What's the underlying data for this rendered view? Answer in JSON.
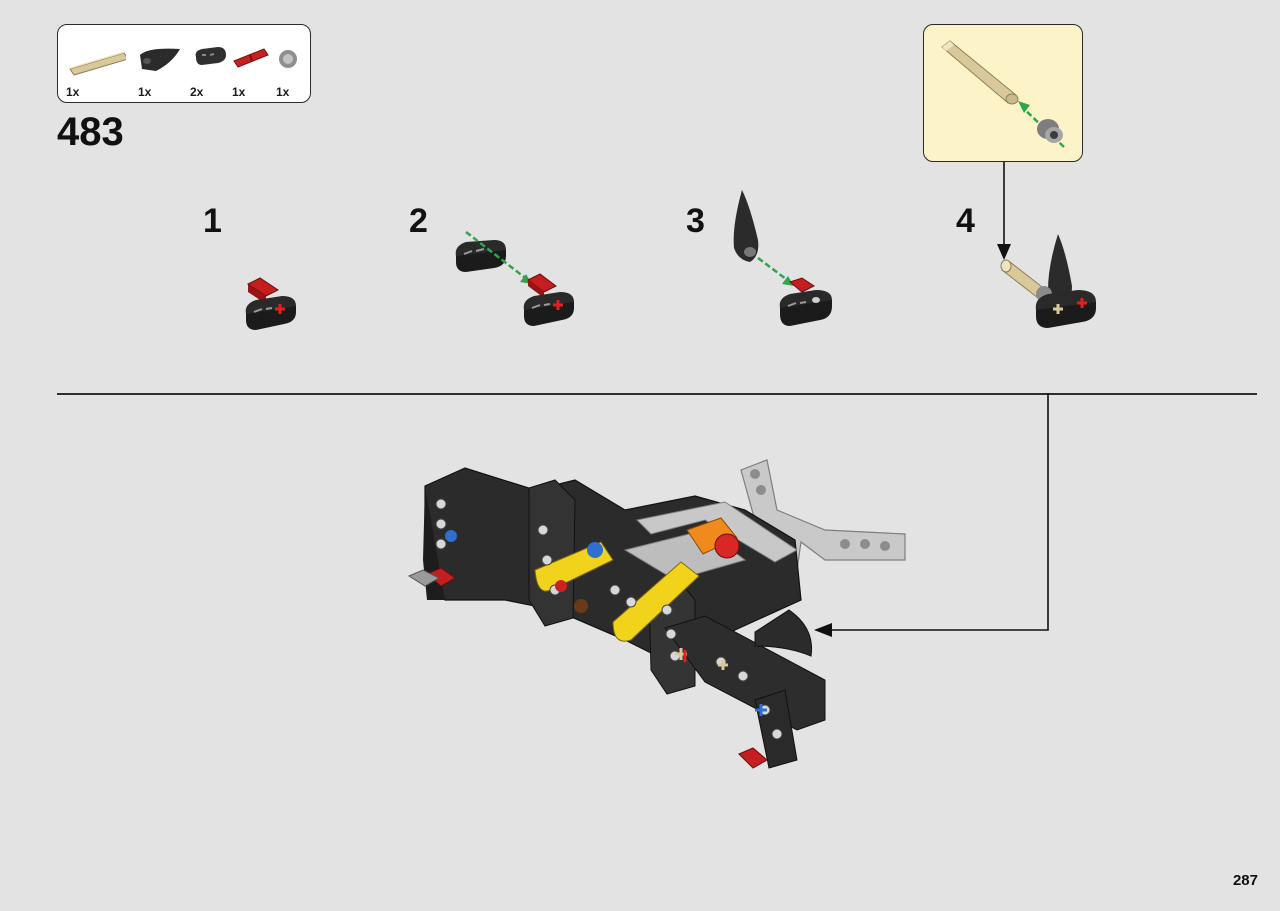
{
  "parts": [
    {
      "qty": "1x",
      "icon": "tan-axle-icon",
      "color": "#d9c99a"
    },
    {
      "qty": "1x",
      "icon": "black-tooth-icon",
      "color": "#2a2a2a"
    },
    {
      "qty": "2x",
      "icon": "black-beam-icon",
      "color": "#2f2f2f"
    },
    {
      "qty": "1x",
      "icon": "red-pin-icon",
      "color": "#c62020"
    },
    {
      "qty": "1x",
      "icon": "grey-bush-icon",
      "color": "#9a9a9a"
    }
  ],
  "step_number": "483",
  "substeps": [
    "1",
    "2",
    "3",
    "4"
  ],
  "page_number": "287",
  "colors": {
    "background": "#e3e3e3",
    "callout_background": "#fdf3c8",
    "arrow_green": "#2fa54e",
    "beam_black": "#2b2b2b",
    "red": "#cc1e1e",
    "yellow": "#f2d31b",
    "orange": "#f08a1c",
    "light_grey": "#c8c8c8"
  }
}
